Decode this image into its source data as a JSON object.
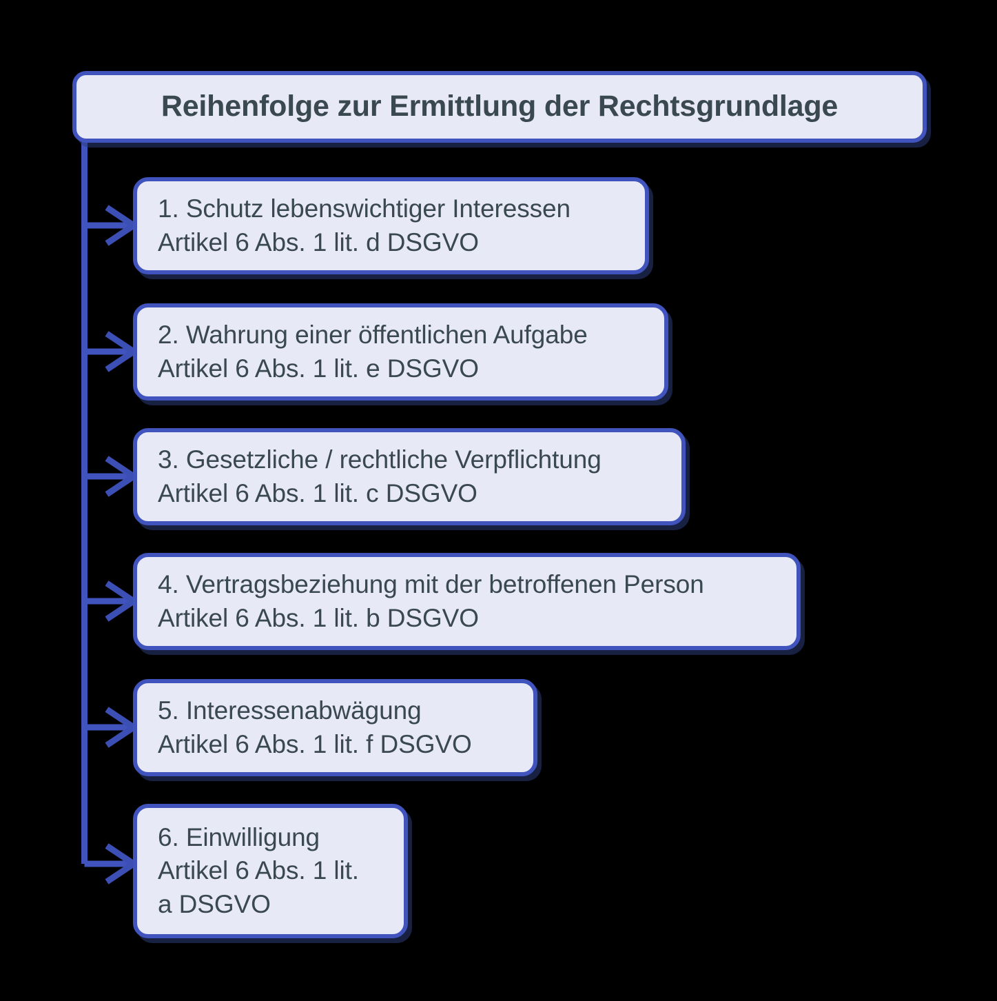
{
  "diagram": {
    "title": "Reihenfolge zur Ermittlung der Rechtsgrundlage",
    "steps": [
      {
        "number": "1.",
        "line1": "1. Schutz lebenswichtiger Interessen",
        "line2": "Artikel 6 Abs. 1 lit. d DSGVO",
        "line3": ""
      },
      {
        "number": "2.",
        "line1": "2. Wahrung einer öffentlichen Aufgabe",
        "line2": "Artikel 6 Abs. 1 lit. e DSGVO",
        "line3": ""
      },
      {
        "number": "3.",
        "line1": "3. Gesetzliche / rechtliche Verpflichtung",
        "line2": "Artikel 6 Abs. 1 lit. c DSGVO",
        "line3": ""
      },
      {
        "number": "4.",
        "line1": "4. Vertragsbeziehung mit der betroffenen Person",
        "line2": "Artikel 6 Abs. 1 lit. b DSGVO",
        "line3": ""
      },
      {
        "number": "5.",
        "line1": "5. Interessenabwägung",
        "line2": "Artikel 6 Abs. 1 lit. f DSGVO",
        "line3": ""
      },
      {
        "number": "6.",
        "line1": "6. Einwilligung",
        "line2": "Artikel 6 Abs. 1 lit.",
        "line3": "a DSGVO"
      }
    ]
  },
  "colors": {
    "background": "#000000",
    "box_fill": "#E7E9F6",
    "box_border": "#4154BE",
    "connector": "#4154BE",
    "arrow": "#3C4FB5",
    "text": "#3A4850",
    "shadow": "#2D3C78"
  }
}
